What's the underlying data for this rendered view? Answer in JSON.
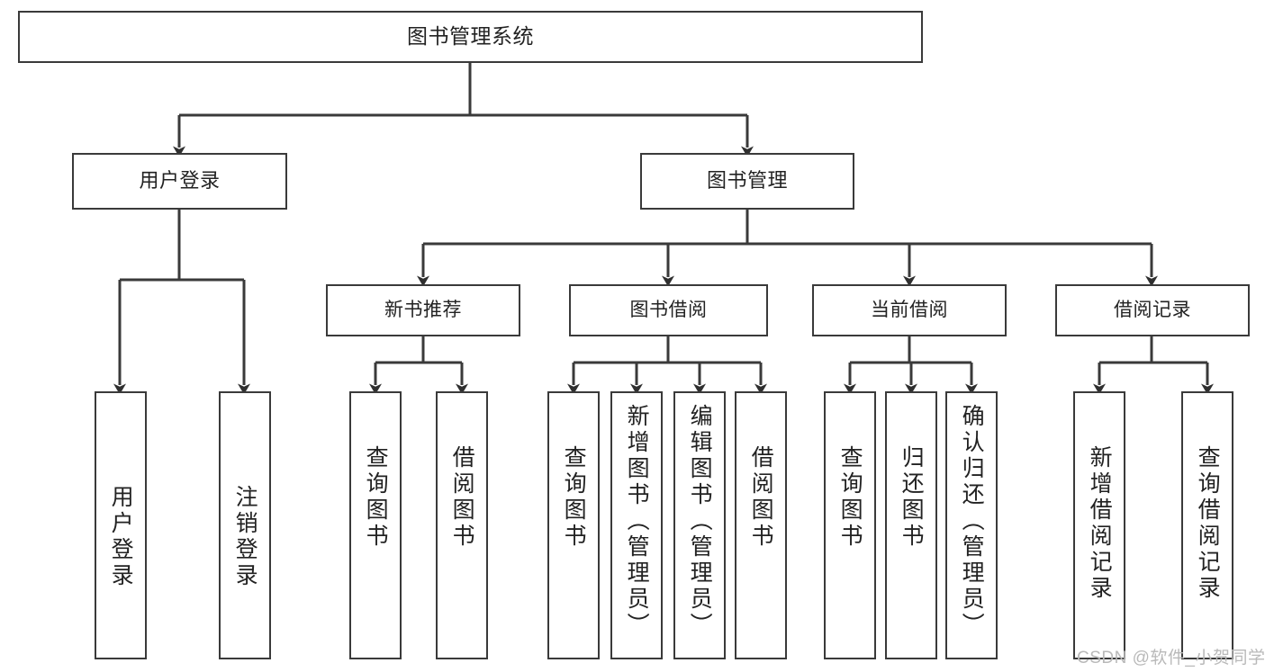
{
  "diagram": {
    "type": "tree-hierarchy-chart",
    "title": "图书管理系统",
    "watermark": "CSDN @软件_小贺同学",
    "colors": {
      "box_border": "#3a3a3a",
      "box_fill": "#ffffff",
      "edge": "#3a3a3a",
      "text": "#222222",
      "watermark": "#b9b9b9"
    },
    "levels": {
      "root": {
        "label": "图书管理系统"
      },
      "level2": [
        {
          "id": "user-login",
          "label": "用户登录"
        },
        {
          "id": "book-manage",
          "label": "图书管理"
        }
      ],
      "level3": [
        {
          "id": "new-book-rec",
          "label": "新书推荐",
          "parent": "book-manage"
        },
        {
          "id": "book-borrow",
          "label": "图书借阅",
          "parent": "book-manage"
        },
        {
          "id": "current-borrow",
          "label": "当前借阅",
          "parent": "book-manage"
        },
        {
          "id": "borrow-record",
          "label": "借阅记录",
          "parent": "book-manage"
        }
      ],
      "leaves": [
        {
          "id": "leaf-user-login",
          "label": "用户登录",
          "parent": "user-login"
        },
        {
          "id": "leaf-logout",
          "label": "注销登录",
          "parent": "user-login"
        },
        {
          "id": "leaf-query-book-1",
          "label": "查询图书",
          "parent": "new-book-rec"
        },
        {
          "id": "leaf-borrow-book-1",
          "label": "借阅图书",
          "parent": "new-book-rec"
        },
        {
          "id": "leaf-query-book-2",
          "label": "查询图书",
          "parent": "book-borrow"
        },
        {
          "id": "leaf-add-book",
          "label": "新增图书（管理员）",
          "parent": "book-borrow"
        },
        {
          "id": "leaf-edit-book",
          "label": "编辑图书（管理员）",
          "parent": "book-borrow"
        },
        {
          "id": "leaf-borrow-book-2",
          "label": "借阅图书",
          "parent": "book-borrow"
        },
        {
          "id": "leaf-query-book-3",
          "label": "查询图书",
          "parent": "current-borrow"
        },
        {
          "id": "leaf-return-book",
          "label": "归还图书",
          "parent": "current-borrow"
        },
        {
          "id": "leaf-confirm-return",
          "label": "确认归还（管理员）",
          "parent": "current-borrow"
        },
        {
          "id": "leaf-add-record",
          "label": "新增借阅记录",
          "parent": "borrow-record"
        },
        {
          "id": "leaf-query-record",
          "label": "查询借阅记录",
          "parent": "borrow-record"
        }
      ]
    }
  }
}
